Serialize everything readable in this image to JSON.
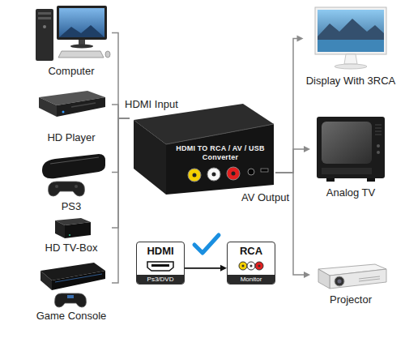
{
  "diagram": {
    "nodes": [
      {
        "text": [
          "Computer"
        ]
      },
      {
        "text": [
          "HD Player"
        ]
      },
      {
        "text": [
          "PS3"
        ]
      },
      {
        "text": [
          "HD TV-Box"
        ]
      },
      {
        "text": [
          "Game Console"
        ]
      },
      {
        "text": [
          "HDMI TO RCA / AV / USB",
          "Converter"
        ]
      },
      {
        "text": [
          "Display With 3RCA"
        ]
      },
      {
        "text": [
          "Analog TV"
        ]
      },
      {
        "text": [
          "Projector"
        ]
      },
      {
        "text": [
          "HDMI",
          "Ps3/DVD"
        ]
      },
      {
        "text": [
          "RCA",
          "Monitor"
        ]
      }
    ],
    "edges": [
      {
        "from": 0,
        "to": 5,
        "arrow": "none"
      },
      {
        "from": 1,
        "to": 5,
        "arrow": "none"
      },
      {
        "from": 2,
        "to": 5,
        "arrow": "none"
      },
      {
        "from": 3,
        "to": 5,
        "arrow": "none"
      },
      {
        "from": 4,
        "to": 5,
        "arrow": "none"
      },
      {
        "from": 5,
        "to": 6,
        "arrow": "to"
      },
      {
        "from": 5,
        "to": 7,
        "arrow": "to"
      },
      {
        "from": 5,
        "to": 8,
        "arrow": "to"
      },
      {
        "from": 9,
        "to": 10,
        "arrow": "to"
      }
    ],
    "labels": [
      "HDMI Input",
      "AV Output"
    ]
  }
}
